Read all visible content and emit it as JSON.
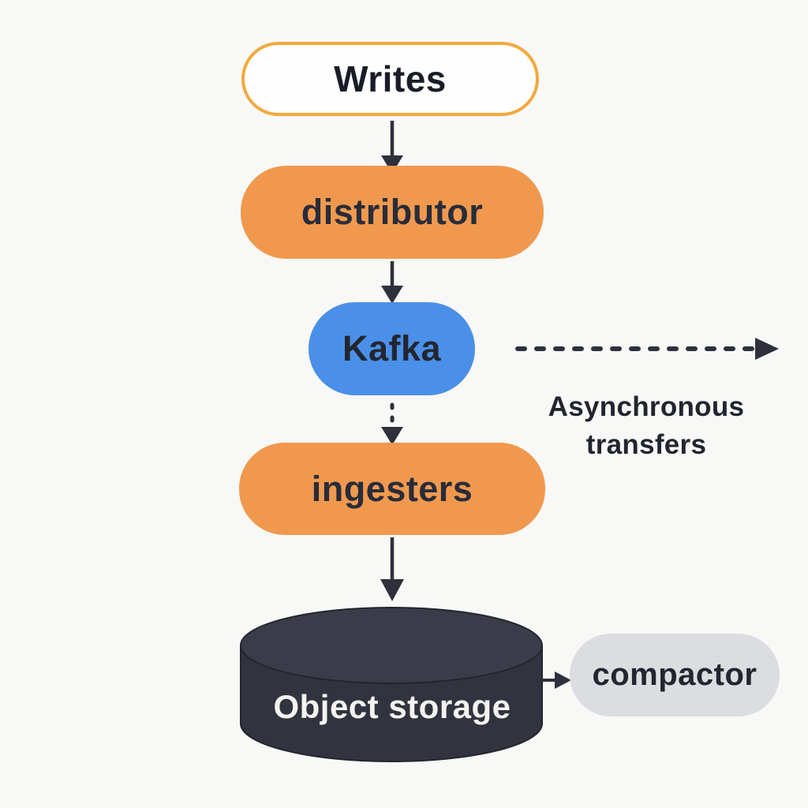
{
  "diagram": {
    "background_color": "#f8f8f6",
    "arrow_color": "#2e313c",
    "nodes": [
      {
        "id": "writes",
        "label": "Writes",
        "shape": "pill-outlined",
        "fill": "#ffffff",
        "border_color": "#f2a93d",
        "text_color": "#191d27"
      },
      {
        "id": "distributor",
        "label": "distributor",
        "shape": "pill",
        "fill": "#f0994e",
        "text_color": "#282c3a"
      },
      {
        "id": "kafka",
        "label": "Kafka",
        "shape": "pill",
        "fill": "#4a90e8",
        "text_color": "#23262f"
      },
      {
        "id": "ingesters",
        "label": "ingesters",
        "shape": "pill",
        "fill": "#f0994e",
        "text_color": "#282c3a"
      },
      {
        "id": "object_storage",
        "label": "Object storage",
        "shape": "cylinder",
        "fill": "#343744",
        "text_color": "#f4f3f1"
      },
      {
        "id": "compactor",
        "label": "compactor",
        "shape": "pill",
        "fill": "#dcdde1",
        "text_color": "#23262f"
      }
    ],
    "edges": [
      {
        "from": "writes",
        "to": "distributor",
        "style": "solid",
        "direction": "down"
      },
      {
        "from": "distributor",
        "to": "kafka",
        "style": "solid",
        "direction": "down"
      },
      {
        "from": "kafka",
        "to": "ingesters",
        "style": "dashed",
        "direction": "down"
      },
      {
        "from": "ingesters",
        "to": "object_storage",
        "style": "solid",
        "direction": "down"
      },
      {
        "from": "object_storage",
        "to": "compactor",
        "style": "solid",
        "direction": "right"
      },
      {
        "from": "kafka",
        "to": "offscreen-right",
        "style": "dashed",
        "direction": "right",
        "label": "Asynchronous transfers"
      }
    ],
    "annotation": {
      "line1": "Asynchronous",
      "line2": "transfers",
      "color": "#22252f"
    }
  }
}
